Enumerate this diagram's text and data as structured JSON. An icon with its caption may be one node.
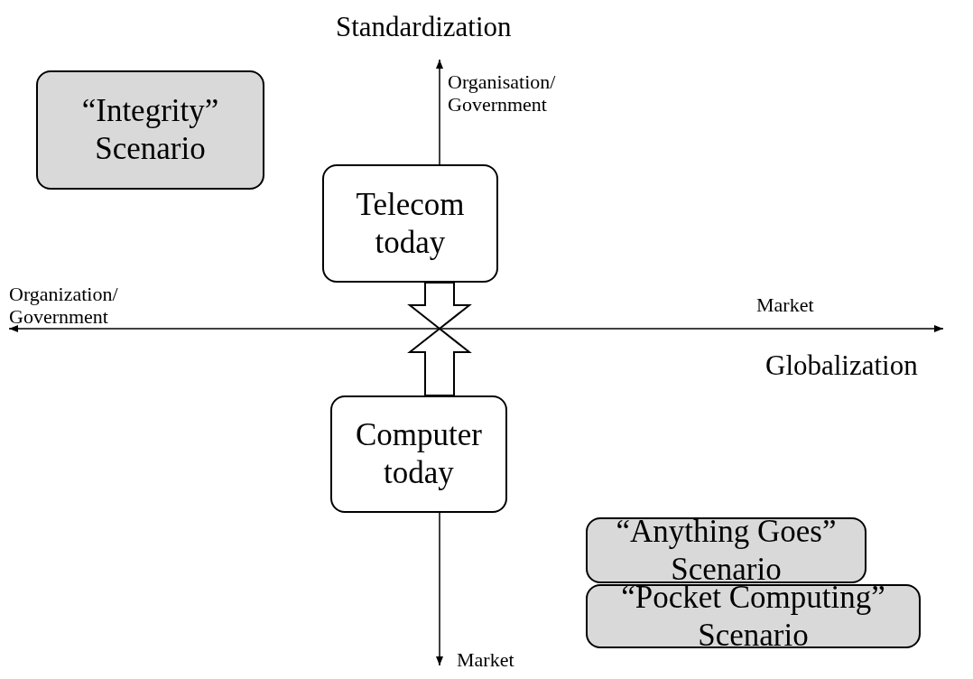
{
  "diagram": {
    "nodes": [
      {
        "text": [
          "“Integrity” Scenario"
        ]
      },
      {
        "text": [
          "Telecom today"
        ]
      },
      {
        "text": [
          "Computer today"
        ]
      },
      {
        "text": [
          "“Anything Goes” Scenario"
        ]
      },
      {
        "text": [
          "“Pocket Computing” Scenario"
        ]
      }
    ],
    "edges": [
      {
        "from": 1,
        "to": null,
        "arrow": "to",
        "style": "thick"
      },
      {
        "from": 2,
        "to": null,
        "arrow": "to",
        "style": "thick"
      }
    ],
    "labels": [
      "Standardization",
      "Organisation/ Government",
      "Organization/ Government",
      "Market",
      "Globalization",
      "Market"
    ]
  }
}
